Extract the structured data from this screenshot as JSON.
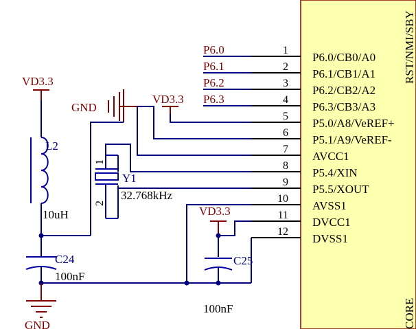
{
  "net_labels": [
    "P6.0",
    "P6.1",
    "P6.2",
    "P6.3"
  ],
  "pin_numbers": [
    "1",
    "2",
    "3",
    "4",
    "5",
    "6",
    "7",
    "8",
    "9",
    "10",
    "11",
    "12"
  ],
  "pin_names": [
    "P6.0/CB0/A0",
    "P6.1/CB1/A1",
    "P6.2/CB2/A2",
    "P6.3/CB3/A3",
    "P5.0/A8/VeREF+",
    "P5.1/A9/VeREF-",
    "AVCC1",
    "P5.4/XIN",
    "P5.5/XOUT",
    "AVSS1",
    "DVCC1",
    "DVSS1"
  ],
  "power": {
    "vd33": "VD3.3",
    "gnd": "GND"
  },
  "components": {
    "inductor": {
      "ref": "L2",
      "value": "10uH"
    },
    "crystal": {
      "ref": "Y1",
      "value": "32.768kHz",
      "pin1": "1",
      "pin2": "2"
    },
    "cap_c24": {
      "ref": "C24",
      "value": "100nF"
    },
    "cap_c25": {
      "ref": "C25",
      "value": "100nF"
    }
  },
  "ic_edge_text": {
    "top": "RST/NMI/SBY",
    "bottom": "CORE"
  },
  "colors": {
    "ic_fill": "#ffffb0",
    "wire": "#00007f",
    "power": "#7f0000",
    "component": "#0000a0",
    "pin": "#000000"
  }
}
